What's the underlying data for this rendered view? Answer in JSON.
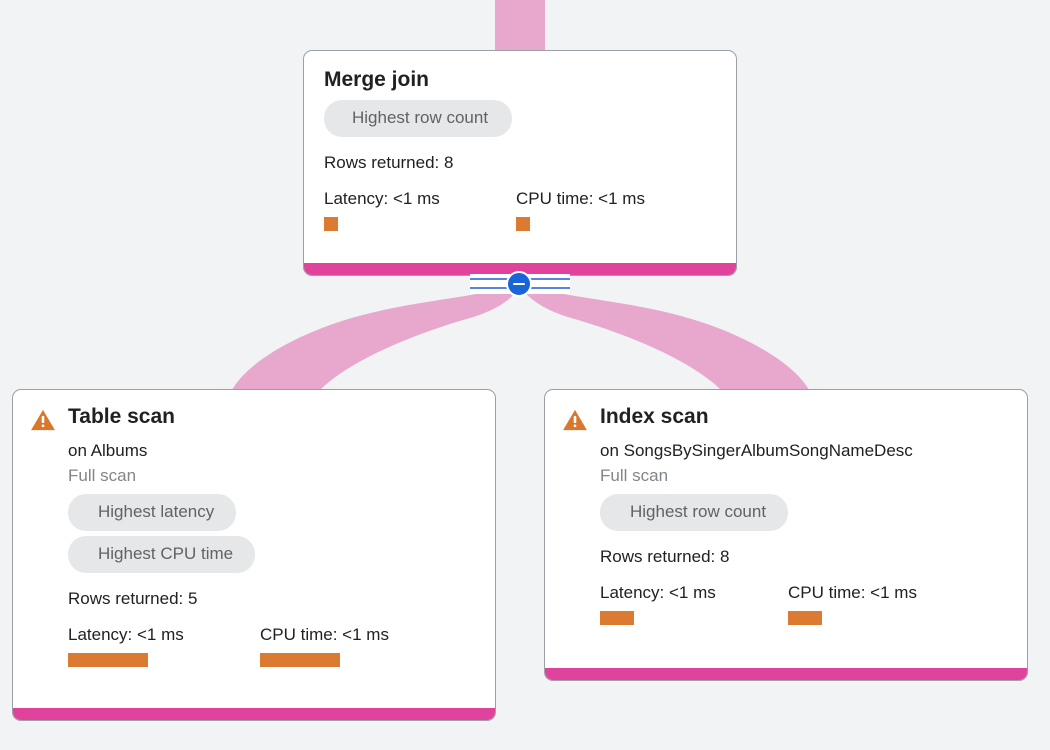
{
  "theme": {
    "background": "#f1f3f4",
    "card_background": "#ffffff",
    "card_border": "#9aa0a6",
    "accent_bar": "#e0439c",
    "edge_ribbon": "#e8a8cd",
    "metric_bar": "#da7b31",
    "warning_icon": "#d9782d",
    "chip_background": "#e6e7e8",
    "chip_text": "#5f6368",
    "toggle_circle": "#1a63d8",
    "toggle_rail": "#5a83dd"
  },
  "nodes": {
    "merge_join": {
      "title": "Merge join",
      "chips": [
        "Highest row count"
      ],
      "rows_returned": "Rows returned: 8",
      "metrics": [
        {
          "label": "Latency: <1 ms",
          "icon": "metric-bar-marker"
        },
        {
          "label": "CPU time: <1 ms",
          "icon": "metric-bar-marker"
        }
      ]
    },
    "table_scan": {
      "warning_icon": "warning-triangle-icon",
      "title": "Table scan",
      "subject": "on Albums",
      "scan_kind": "Full scan",
      "chips": [
        "Highest latency",
        "Highest CPU time"
      ],
      "rows_returned": "Rows returned: 5",
      "metrics": [
        {
          "label": "Latency: <1 ms",
          "icon": "metric-bar-marker"
        },
        {
          "label": "CPU time: <1 ms",
          "icon": "metric-bar-marker"
        }
      ]
    },
    "index_scan": {
      "warning_icon": "warning-triangle-icon",
      "title": "Index scan",
      "subject": "on SongsBySingerAlbumSongNameDesc",
      "scan_kind": "Full scan",
      "chips": [
        "Highest row count"
      ],
      "rows_returned": "Rows returned: 8",
      "metrics": [
        {
          "label": "Latency: <1 ms",
          "icon": "metric-bar-marker"
        },
        {
          "label": "CPU time: <1 ms",
          "icon": "metric-bar-marker"
        }
      ]
    }
  },
  "toggle": {
    "name": "collapse-children-toggle",
    "icon": "minus-circle-icon",
    "state": "expanded"
  }
}
